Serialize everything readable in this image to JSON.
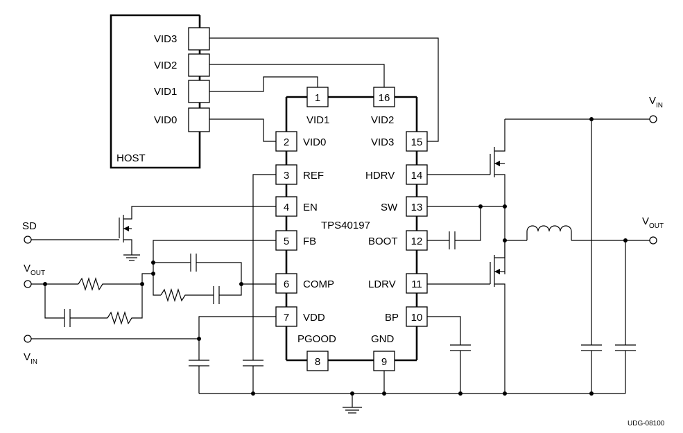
{
  "host": {
    "label": "HOST",
    "ports": [
      "VID3",
      "VID2",
      "VID1",
      "VID0"
    ]
  },
  "ic": {
    "part": "TPS40197",
    "pins": [
      {
        "num": "1",
        "name": "VID1"
      },
      {
        "num": "2",
        "name": "VID0"
      },
      {
        "num": "3",
        "name": "REF"
      },
      {
        "num": "4",
        "name": "EN"
      },
      {
        "num": "5",
        "name": "FB"
      },
      {
        "num": "6",
        "name": "COMP"
      },
      {
        "num": "7",
        "name": "VDD"
      },
      {
        "num": "8",
        "name": "PGOOD"
      },
      {
        "num": "9",
        "name": "GND"
      },
      {
        "num": "10",
        "name": "BP"
      },
      {
        "num": "11",
        "name": "LDRV"
      },
      {
        "num": "12",
        "name": "BOOT"
      },
      {
        "num": "13",
        "name": "SW"
      },
      {
        "num": "14",
        "name": "HDRV"
      },
      {
        "num": "15",
        "name": "VID3"
      },
      {
        "num": "16",
        "name": "VID2"
      }
    ]
  },
  "terminals": {
    "vin_right": {
      "main": "V",
      "sub": "IN"
    },
    "vout_right": {
      "main": "V",
      "sub": "OUT"
    },
    "sd": {
      "main": "SD"
    },
    "vout_left": {
      "main": "V",
      "sub": "OUT"
    },
    "vin_left": {
      "main": "V",
      "sub": "IN"
    }
  },
  "figure_id": "UDG-08100"
}
